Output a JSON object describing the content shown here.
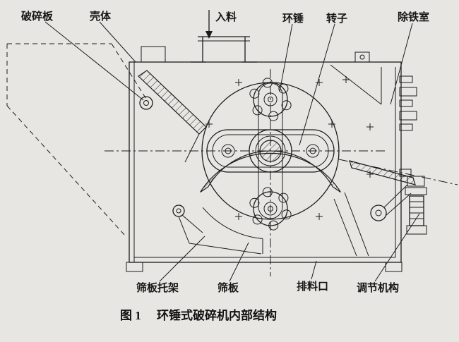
{
  "figure": {
    "caption_label": "图 1",
    "caption_title": "环锤式破碎机内部结构"
  },
  "labels": {
    "crushing_plate": "破碎板",
    "casing": "壳体",
    "feed": "入料",
    "ring_hammer": "环锤",
    "rotor": "转子",
    "iron_removal_chamber": "除铁室",
    "screen_bracket": "筛板托架",
    "screen_plate": "筛板",
    "discharge_outlet": "排料口",
    "adjustment_mechanism": "调节机构"
  },
  "colors": {
    "paper": "#e7e6e2",
    "ink": "#1c1c1c"
  }
}
